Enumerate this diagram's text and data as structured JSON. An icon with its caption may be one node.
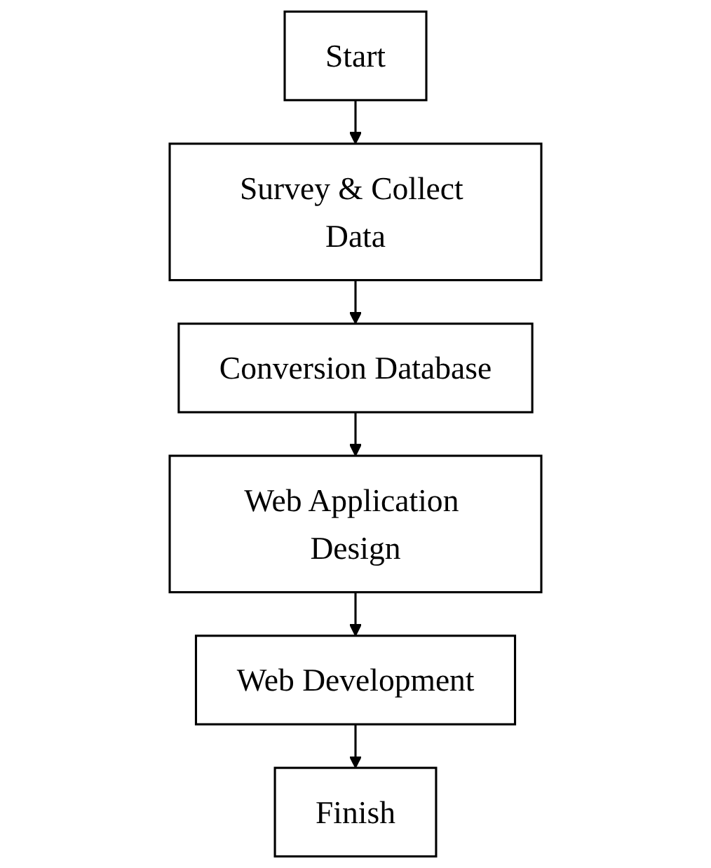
{
  "diagram": {
    "nodes": [
      {
        "text": [
          "Start"
        ]
      },
      {
        "text": [
          "Survey & Collect Data"
        ]
      },
      {
        "text": [
          "Conversion Database"
        ]
      },
      {
        "text": [
          "Web Application Design"
        ]
      },
      {
        "text": [
          "Web Development"
        ]
      },
      {
        "text": [
          "Finish"
        ]
      }
    ],
    "edges": [
      {
        "from": 0,
        "to": 1,
        "arrow": "to"
      },
      {
        "from": 1,
        "to": 2,
        "arrow": "to"
      },
      {
        "from": 2,
        "to": 3,
        "arrow": "to"
      },
      {
        "from": 3,
        "to": 4,
        "arrow": "to"
      },
      {
        "from": 4,
        "to": 5,
        "arrow": "to"
      }
    ]
  }
}
